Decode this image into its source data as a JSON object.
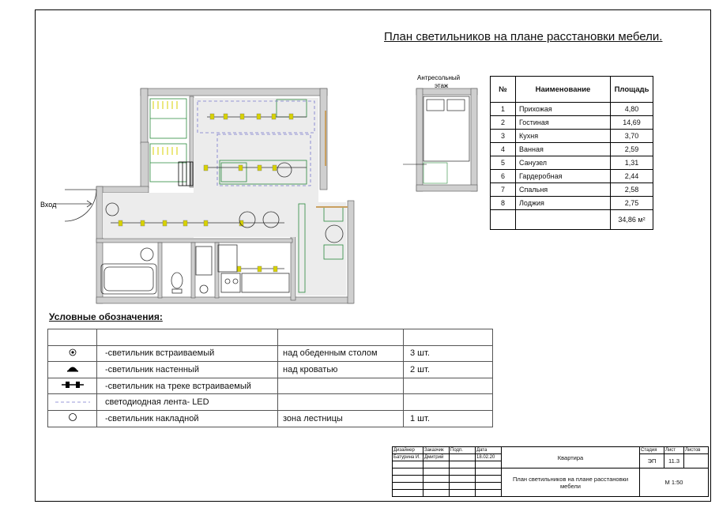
{
  "title": "План светильников на плане расстановки мебели.",
  "plan": {
    "entrance_label": "Вход",
    "mezzanine_label_1": "Антресольный",
    "mezzanine_label_2": "этаж",
    "colors": {
      "wall": "#c8c8c8",
      "furniture": "#2a8a3c",
      "fixture": "#d8d200",
      "floor": "#e4e4e4"
    }
  },
  "areas_table": {
    "headers": [
      "№",
      "Наименование",
      "Площадь"
    ],
    "rows": [
      {
        "n": "1",
        "name": "Прихожая",
        "area": "4,80"
      },
      {
        "n": "2",
        "name": "Гостиная",
        "area": "14,69"
      },
      {
        "n": "3",
        "name": "Кухня",
        "area": "3,70"
      },
      {
        "n": "4",
        "name": "Ванная",
        "area": "2,59"
      },
      {
        "n": "5",
        "name": "Санузел",
        "area": "1,31"
      },
      {
        "n": "6",
        "name": "Гардеробная",
        "area": "2,44"
      },
      {
        "n": "7",
        "name": "Спальня",
        "area": "2,58"
      },
      {
        "n": "8",
        "name": "Лоджия",
        "area": "2,75"
      }
    ],
    "total": "34,86 м²"
  },
  "legend": {
    "title": "Условные обозначения:",
    "rows": [
      {
        "icon": "recessed-light-icon",
        "desc": "-светильник встраиваемый",
        "note": "над  обеденным столом",
        "qty": "3 шт."
      },
      {
        "icon": "wall-light-icon",
        "desc": "-светильник настенный",
        "note": " над кроватью",
        "qty": "2 шт."
      },
      {
        "icon": "track-light-icon",
        "desc": "-светильник  на треке встраиваемый",
        "note": "",
        "qty": ""
      },
      {
        "icon": "led-strip-icon",
        "desc": "светодиодная лента- LED",
        "note": "",
        "qty": ""
      },
      {
        "icon": "surface-light-icon",
        "desc": "-светильник накладной",
        "note": "зона лестницы",
        "qty": "1 шт."
      }
    ]
  },
  "title_block": {
    "role_designer": "Дизайнер",
    "role_customer": "Заказчик",
    "role_sign": "Подп.",
    "role_date": "Дата",
    "designer": "Батурина И.",
    "customer": "Дмитрий",
    "date": "18.02.20",
    "project": "Квартира",
    "sheet_title_1": "План светильников на плане расстановки",
    "sheet_title_2": "мебели",
    "stage_label": "Стадия",
    "sheet_label": "Лист",
    "sheets_label": "Листов",
    "stage": "ЭП",
    "sheet": "11.3",
    "scale": "М 1:50"
  }
}
